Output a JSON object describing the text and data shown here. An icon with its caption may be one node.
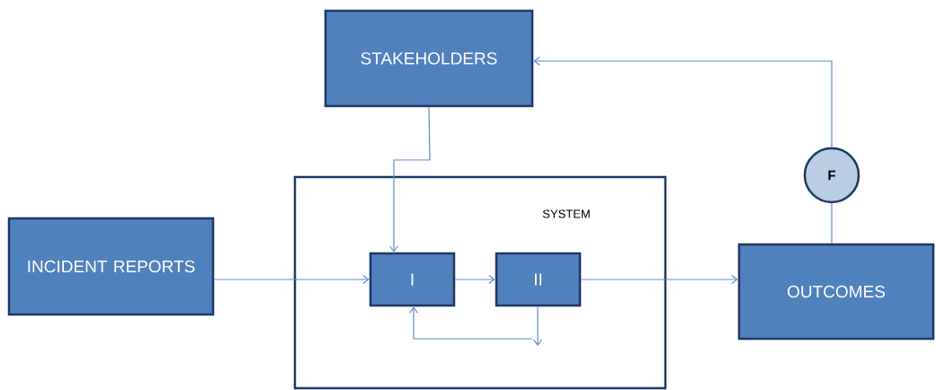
{
  "diagram": {
    "nodes": [
      {
        "text": [
          "STAKEHOLDERS"
        ]
      },
      {
        "text": [
          "INCIDENT REPORTS"
        ]
      },
      {
        "text": [
          "SYSTEM"
        ]
      },
      {
        "text": [
          "I"
        ],
        "in": 2
      },
      {
        "text": [
          "II"
        ],
        "in": 2
      },
      {
        "text": [
          "OUTCOMES"
        ]
      },
      {
        "text": [
          "F"
        ]
      }
    ],
    "edges": [
      {
        "from": 0,
        "to": 3,
        "arrow": "to"
      },
      {
        "from": 1,
        "to": 3,
        "arrow": "to"
      },
      {
        "from": 3,
        "to": 4,
        "arrow": "to"
      },
      {
        "from": 4,
        "to": 5,
        "arrow": "to"
      },
      {
        "from": 4,
        "to": null,
        "arrow": "to"
      },
      {
        "from": null,
        "to": 3,
        "arrow": "to"
      },
      {
        "from": 5,
        "to": 6,
        "arrow": "none"
      },
      {
        "from": 6,
        "to": 0,
        "arrow": "to"
      }
    ]
  }
}
